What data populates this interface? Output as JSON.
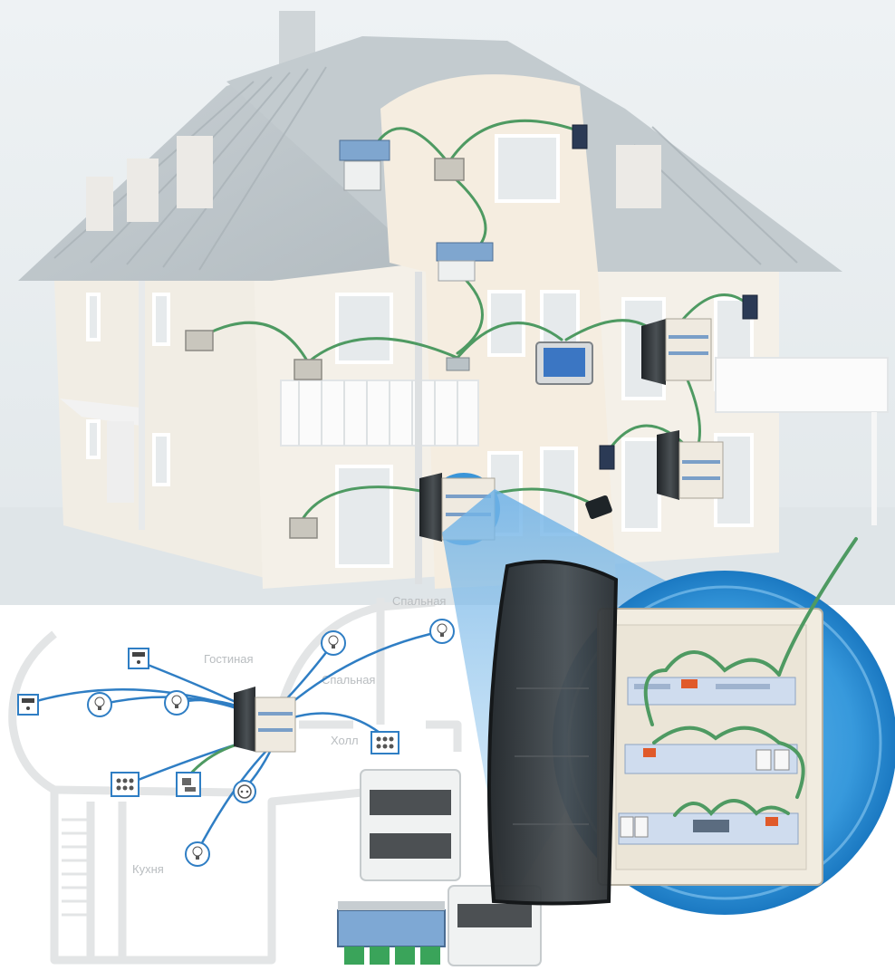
{
  "floor_plan": {
    "room_labels": [
      {
        "id": "bedroom-1",
        "text": "Спальная"
      },
      {
        "id": "living-room",
        "text": "Гостиная"
      },
      {
        "id": "bedroom-2",
        "text": "Спальная"
      },
      {
        "id": "hall",
        "text": "Холл"
      },
      {
        "id": "kitchen",
        "text": "Кухня"
      }
    ]
  },
  "colors": {
    "green_wire": "#4e9a62",
    "blue_wire": "#2f7ec4",
    "sky": "#e6ebee",
    "wall": "#f3efe6",
    "roof": "#bfc7cc",
    "accent_circle": "#1b79c2"
  },
  "icons": [
    "light-bulb-icon",
    "roller-shutter-icon",
    "switch-panel-icon",
    "thermostat-icon",
    "socket-icon",
    "sensor-icon",
    "touch-panel-icon",
    "distribution-cabinet-icon"
  ]
}
